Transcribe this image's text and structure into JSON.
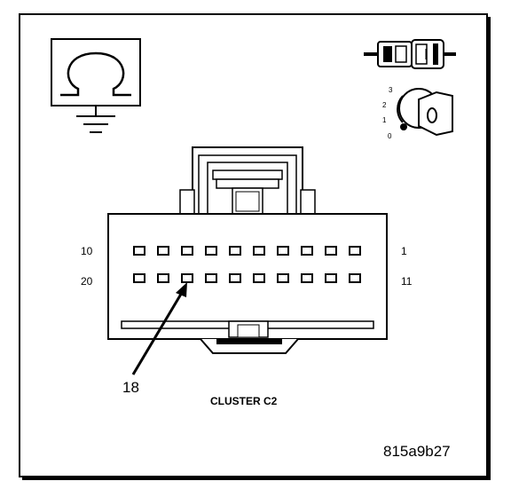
{
  "diagram": {
    "connector_title": "CLUSTER C2",
    "figure_code": "815a9b27",
    "callout_pin": "18",
    "pin_labels": {
      "top_left": "10",
      "top_right": "1",
      "bottom_left": "20",
      "bottom_right": "11"
    },
    "pin_rows": {
      "top": {
        "count": 10,
        "first": 10,
        "last": 1
      },
      "bottom": {
        "count": 10,
        "first": 20,
        "last": 11
      }
    },
    "ignition_positions": [
      "3",
      "2",
      "1",
      "0"
    ],
    "icons": {
      "ground_symbol": "ground-resistance-icon",
      "connector_plug": "connector-plug-icon",
      "ignition_key": "ignition-key-icon"
    }
  }
}
